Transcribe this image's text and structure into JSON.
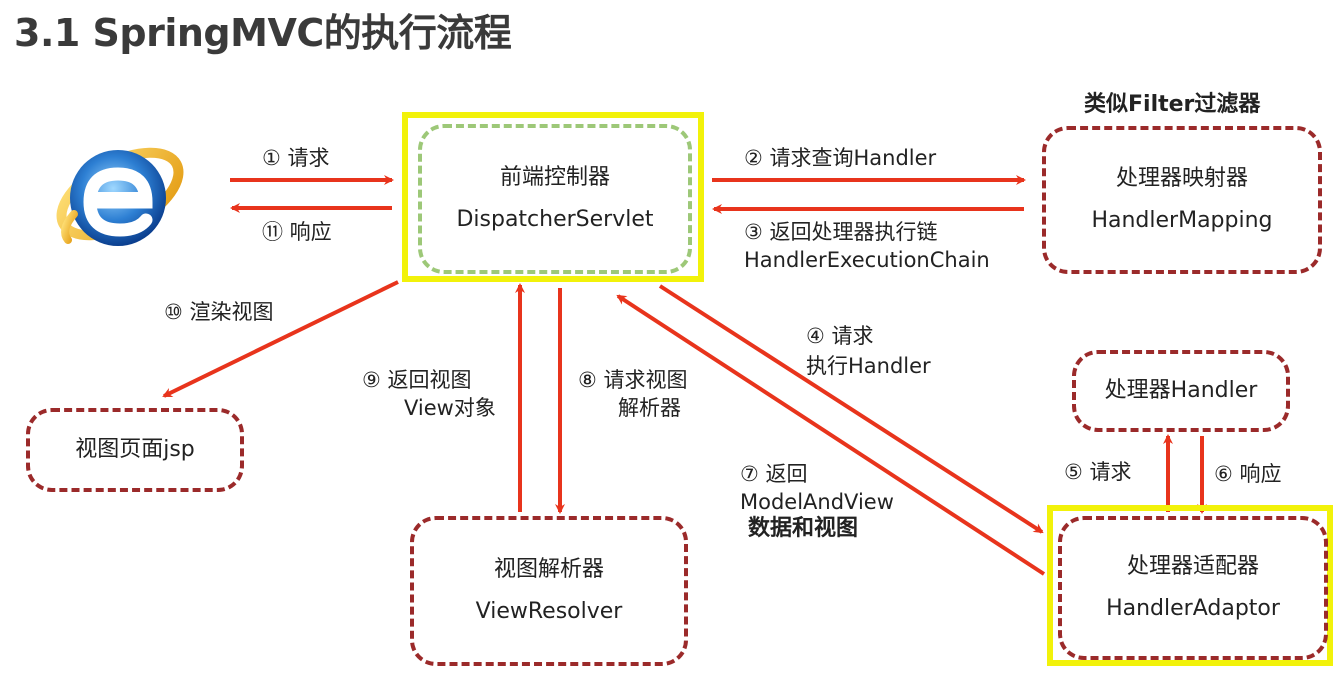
{
  "title": "3.1 SpringMVC的执行流程",
  "note_top": "类似Filter过滤器",
  "boxes": {
    "dispatcher": {
      "line1": "前端控制器",
      "line2": "DispatcherServlet"
    },
    "mapping": {
      "line1": "处理器映射器",
      "line2": "HandlerMapping"
    },
    "handler": {
      "line1": "处理器Handler"
    },
    "adaptor": {
      "line1": "处理器适配器",
      "line2": "HandlerAdaptor"
    },
    "resolver": {
      "line1": "视图解析器",
      "line2": "ViewResolver"
    },
    "jsp": {
      "line1": "视图页面jsp"
    }
  },
  "labels": {
    "s1": "① 请求",
    "s11": "⑪ 响应",
    "s2": "② 请求查询Handler",
    "s3a": "③ 返回处理器执行链",
    "s3b": "HandlerExecutionChain",
    "s4a": "④ 请求",
    "s4b": "执行Handler",
    "s5": "⑤ 请求",
    "s6": "⑥ 响应",
    "s7a": "⑦ 返回",
    "s7b": "ModelAndView",
    "s7c": "数据和视图",
    "s8a": "⑧ 请求视图",
    "s8b": "解析器",
    "s9a": "⑨ 返回视图",
    "s9b": "View对象",
    "s10": "⑩ 渲染视图"
  },
  "colors": {
    "arrow": "#e8341c",
    "box_border": "#9b2a2a",
    "highlight": "#f2f20a",
    "dispatcher_border": "#9dc878"
  },
  "icons": {
    "browser": "internet-explorer-logo"
  }
}
